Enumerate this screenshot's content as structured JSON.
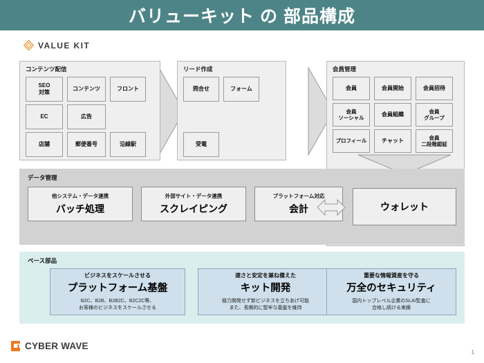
{
  "header": {
    "title": "バリューキット の 部品構成",
    "bg": "#4d8487"
  },
  "brand": {
    "text": "VALUE KIT",
    "icon": "diamond-logo-icon",
    "accent": "#e8922f"
  },
  "flow": {
    "panels": [
      {
        "title": "コンテンツ配信",
        "tiles": [
          {
            "label": "SEO\n対策",
            "l1": "SEO",
            "l2": "対策"
          },
          {
            "label": "コンテンツ"
          },
          {
            "label": "フロント"
          },
          {
            "label": "EC"
          },
          {
            "label": "広告"
          },
          {
            "label": "店舗"
          },
          {
            "label": "郵便番号"
          },
          {
            "label": "沿線駅"
          }
        ]
      },
      {
        "title": "リード作成",
        "tiles": [
          {
            "label": "問合せ"
          },
          {
            "label": "フォーム"
          },
          {
            "label": "受電"
          }
        ]
      },
      {
        "title": "会員管理",
        "tiles": [
          {
            "label": "会員"
          },
          {
            "label": "会員開始"
          },
          {
            "label": "会員招待"
          },
          {
            "l1": "会員",
            "l2": "ソーシャル"
          },
          {
            "label": "会員組織"
          },
          {
            "l1": "会員",
            "l2": "グループ"
          },
          {
            "label": "プロフィール"
          },
          {
            "label": "チャット"
          },
          {
            "l1": "会員",
            "l2": "二段階認証"
          }
        ]
      }
    ]
  },
  "wallet": {
    "label": "ウォレット"
  },
  "data_management": {
    "title": "データ管理",
    "cards": [
      {
        "sub": "他システム・データ連携",
        "main": "バッチ処理"
      },
      {
        "sub": "外部サイト・データ連携",
        "main": "スクレイピング"
      },
      {
        "sub": "プラットフォーム対応",
        "main": "会計"
      }
    ]
  },
  "base_components": {
    "title": "ベース部品",
    "cards": [
      {
        "sub": "ビジネスをスケールさせる",
        "main": "プラットフォーム基盤",
        "desc1": "B2C、B2B、B2B2C、B2C2C等、",
        "desc2": "お客様のビジネスをスケールさせる"
      },
      {
        "sub": "速さと安定を兼ね備えた",
        "main": "キット開発",
        "desc1": "極力開発せず新ビジネスを立ちあげ可能",
        "desc2": "また、長期的に堅牢な基盤を維持"
      },
      {
        "sub": "重要な情報資産を守る",
        "main": "万全のセキュリティ",
        "desc1": "国内トップレベル企業のSLA/監査に",
        "desc2": "合格し続ける実績"
      }
    ]
  },
  "footer": {
    "logo_text": "CYBER WAVE",
    "accent": "#ee7823",
    "page_number": "1"
  }
}
